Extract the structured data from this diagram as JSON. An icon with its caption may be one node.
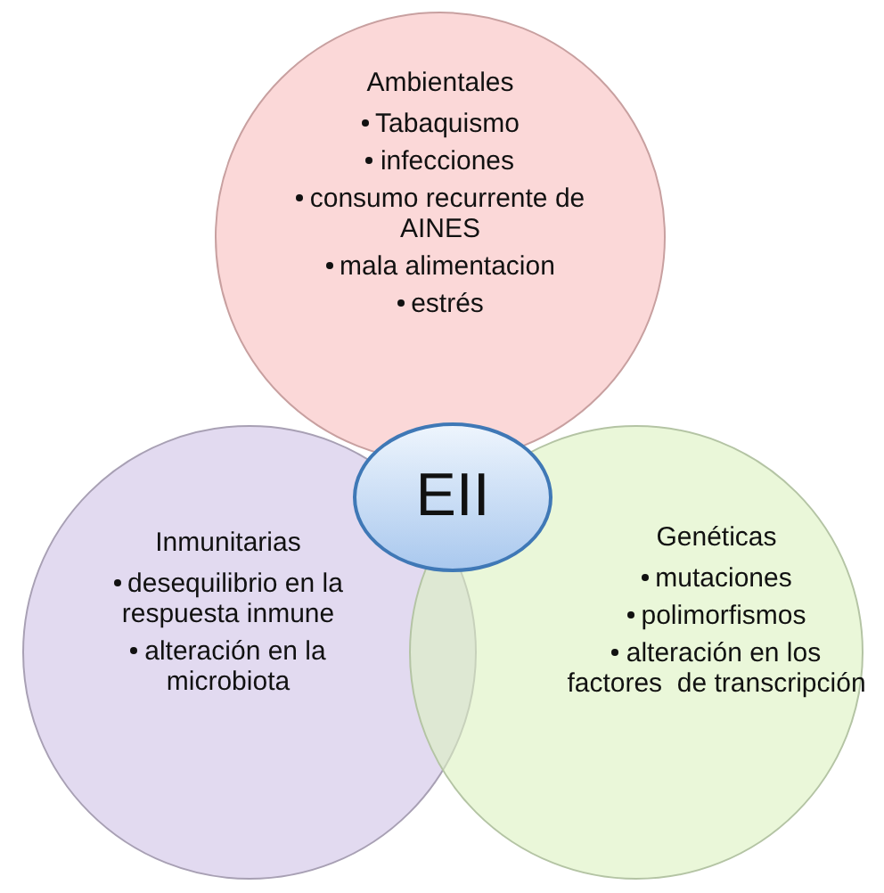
{
  "diagram": {
    "nodes": [
      {
        "text": [
          "Ambientales",
          "Tabaquismo",
          "infecciones",
          "consumo recurrente de AINES",
          "mala alimentacion",
          "estrés"
        ]
      },
      {
        "text": [
          "Inmunitarias",
          "desequilibrio en la respuesta inmune",
          "alteración en la microbiota"
        ]
      },
      {
        "text": [
          "Genéticas",
          "mutaciones",
          "polimorfismos",
          "alteración en los factores  de transcripción"
        ]
      },
      {
        "text": [
          "EII"
        ]
      }
    ]
  }
}
